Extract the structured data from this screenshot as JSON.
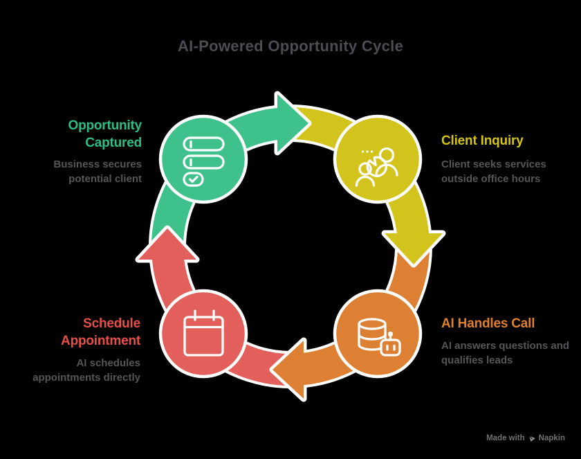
{
  "title": "AI-Powered Opportunity Cycle",
  "colors": {
    "background": "#000000",
    "title_text": "#4b4d52",
    "desc_text": "#54565a",
    "watermark_text": "#707276",
    "watermark_icon": "#8a8b8d",
    "outline_white": "#ffffff"
  },
  "nodes": [
    {
      "id": "opportunity-captured",
      "label_lines": [
        "Opportunity",
        "Captured"
      ],
      "desc_lines": [
        "Business secures",
        "potential client"
      ],
      "color": "#3fc18c",
      "text_color": "#2dbd85",
      "icon": "checklist-icon"
    },
    {
      "id": "client-inquiry",
      "label_lines": [
        "Client Inquiry"
      ],
      "desc_lines": [
        "Client seeks services",
        "outside office hours"
      ],
      "color": "#d3c41d",
      "text_color": "#d4c413",
      "icon": "chat-people-icon"
    },
    {
      "id": "ai-handles-call",
      "label_lines": [
        "AI Handles Call"
      ],
      "desc_lines": [
        "AI answers questions and",
        "qualifies leads"
      ],
      "color": "#dd8034",
      "text_color": "#df812c",
      "icon": "database-robot-icon"
    },
    {
      "id": "schedule-appointment",
      "label_lines": [
        "Schedule",
        "Appointment"
      ],
      "desc_lines": [
        "AI schedules",
        "appointments directly"
      ],
      "color": "#e25f5b",
      "text_color": "#e74f4b",
      "icon": "calendar-icon"
    }
  ],
  "watermark": {
    "prefix": "Made with",
    "brand": "Napkin"
  }
}
